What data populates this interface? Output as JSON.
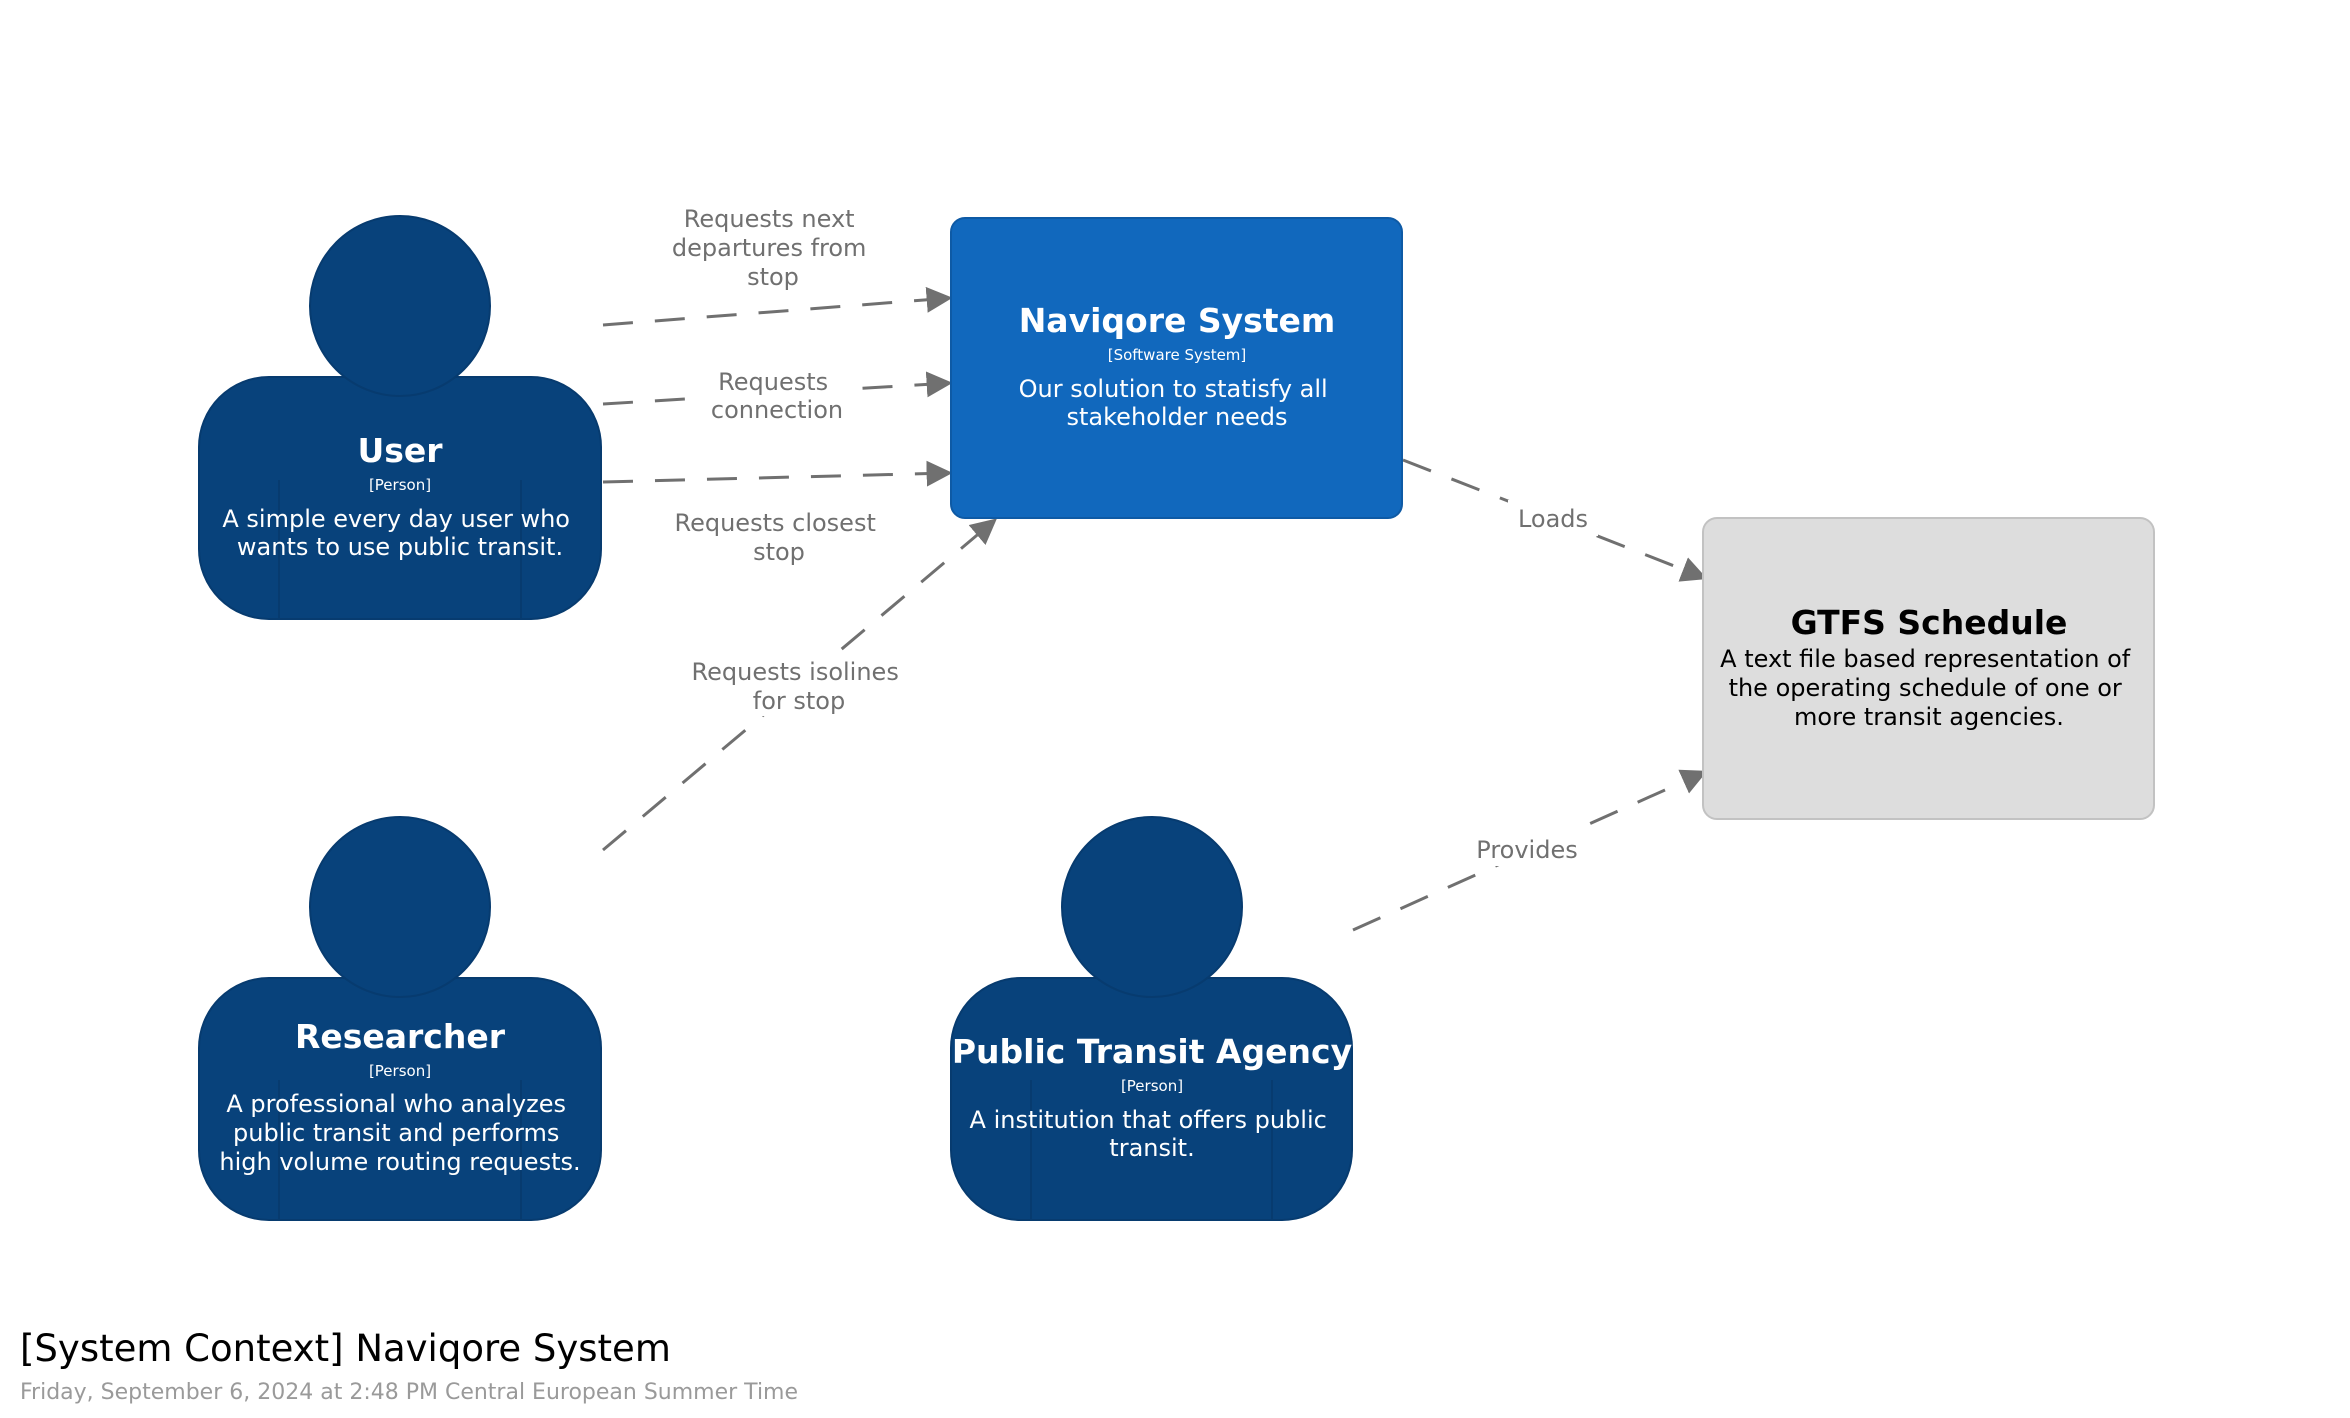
{
  "colors": {
    "person_fill": "#08427b",
    "person_stroke": "#073b6f",
    "system_fill": "#1168bd",
    "system_stroke": "#0e5aa5",
    "external_fill": "#dddddd",
    "external_stroke": "#c2c2c2",
    "edge": "#707070",
    "background": "#ffffff"
  },
  "nodes": {
    "user": {
      "title": "User",
      "type": "[Person]",
      "desc": [
        "A simple every day user who",
        "wants to use public transit."
      ]
    },
    "researcher": {
      "title": "Researcher",
      "type": "[Person]",
      "desc": [
        "A professional who analyzes",
        "public transit and performs",
        "high volume routing requests."
      ]
    },
    "agency": {
      "title": "Public Transit Agency",
      "type": "[Person]",
      "desc": [
        "A institution that offers public",
        "transit."
      ]
    },
    "naviqore": {
      "title": "Naviqore System",
      "type": "[Software System]",
      "desc": [
        "Our solution to statisfy all",
        "stakeholder needs"
      ]
    },
    "gtfs": {
      "title": "GTFS Schedule",
      "desc": [
        "A text file based representation of",
        "the operating schedule of one or",
        "more transit agencies."
      ]
    }
  },
  "edges": {
    "user_departures": [
      "Requests next",
      "departures from",
      "stop"
    ],
    "user_connection": [
      "Requests",
      "connection"
    ],
    "user_closest": [
      "Requests closest",
      "stop"
    ],
    "researcher_isolines": [
      "Requests isolines",
      "for stop"
    ],
    "naviqore_loads": [
      "Loads"
    ],
    "agency_provides": [
      "Provides"
    ]
  },
  "footer": {
    "title": "[System Context] Naviqore System",
    "timestamp": "Friday, September 6, 2024 at 2:48 PM Central European Summer Time"
  }
}
